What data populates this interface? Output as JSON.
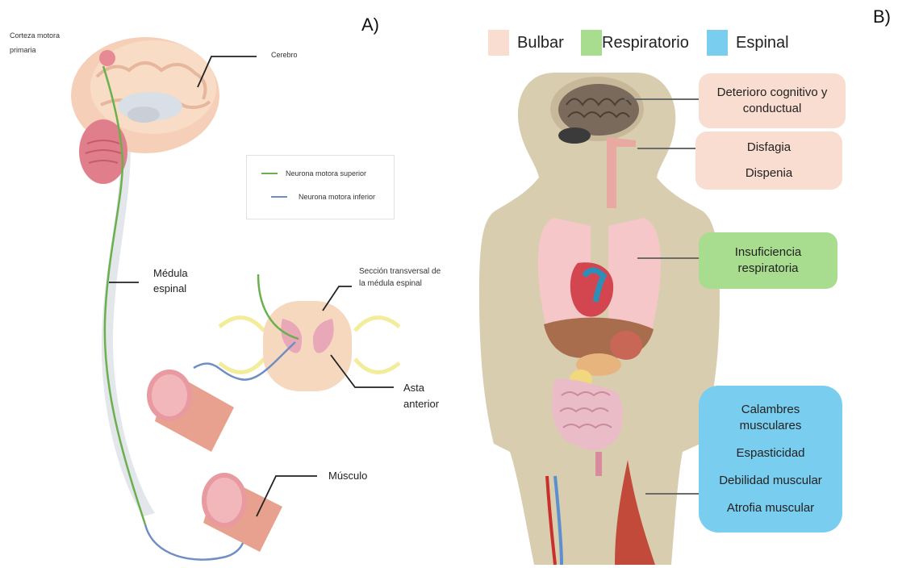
{
  "panel_a": {
    "letter": "A)",
    "labels": {
      "motor_cortex_line1": "Corteza motora",
      "motor_cortex_line2": "primaria",
      "brain": "Cerebro",
      "spinal_cord_line1": "Médula",
      "spinal_cord_line2": "espinal",
      "cross_section_line1": "Sección transversal de",
      "cross_section_line2": "la médula espinal",
      "anterior_horn_line1": "Asta",
      "anterior_horn_line2": "anterior",
      "muscle": "Músculo"
    },
    "legend": {
      "upper": "Neurona motora superior",
      "lower": "Neurona motora inferior",
      "upper_color": "#6ab04c",
      "lower_color": "#6f8fc4"
    }
  },
  "panel_b": {
    "letter": "B)",
    "legend": [
      {
        "label": "Bulbar",
        "color": "#f9ddd0"
      },
      {
        "label": "Respiratorio",
        "color": "#a8dd8f"
      },
      {
        "label": "Espinal",
        "color": "#79cdef"
      }
    ],
    "cards": {
      "cognitive_line1": "Deterioro cognitivo y",
      "cognitive_line2": "conductual",
      "dysphagia": "Disfagia",
      "dyspnea": "Dispenia",
      "resp_line1": "Insuficiencia",
      "resp_line2": "respiratoria",
      "cramps_line1": "Calambres",
      "cramps_line2": "musculares",
      "spasticity": "Espasticidad",
      "weakness": "Debilidad muscular",
      "atrophy": "Atrofia muscular"
    }
  }
}
